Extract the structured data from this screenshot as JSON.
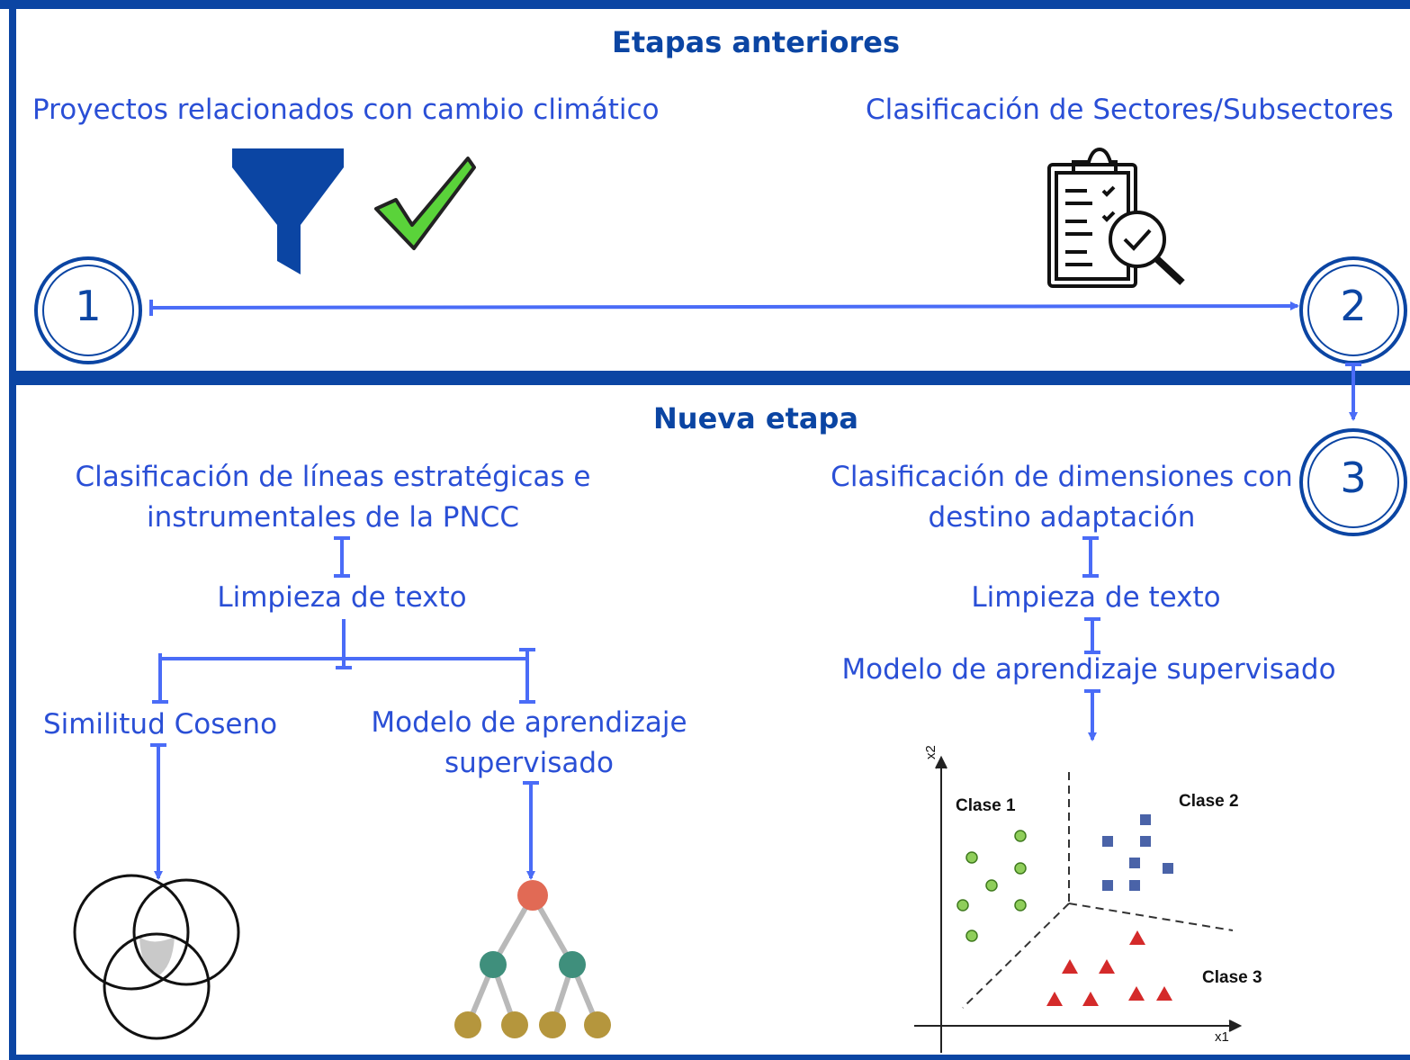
{
  "sections": {
    "previous": {
      "title": "Etapas anteriores",
      "step1_label": "Proyectos relacionados con cambio climático",
      "step2_label": "Clasificación de Sectores/Subsectores"
    },
    "new": {
      "title": "Nueva etapa",
      "left_heading_line1": "Clasificación de líneas estratégicas e",
      "left_heading_line2": "instrumentales de la PNCC",
      "left_cleaning": "Limpieza de texto",
      "left_branch_a": "Similitud Coseno",
      "left_branch_b_line1": "Modelo de aprendizaje",
      "left_branch_b_line2": "supervisado",
      "right_heading_line1": "Clasificación de dimensiones con",
      "right_heading_line2": "destino adaptación",
      "right_cleaning": "Limpieza de texto",
      "right_model": "Modelo de aprendizaje supervisado"
    }
  },
  "steps": {
    "one": "1",
    "two": "2",
    "three": "3"
  },
  "scatter": {
    "class1": "Clase 1",
    "class2": "Clase 2",
    "class3": "Clase 3",
    "x_axis": "x1",
    "y_axis": "x2"
  },
  "colors": {
    "frame": "#0b45a3",
    "arrow": "#4a6cf7",
    "text": "#2a4fd6",
    "check_green": "#5ad33a",
    "tree_root": "#e16a55",
    "tree_mid": "#3f8f7c",
    "tree_leaf": "#b5963d"
  },
  "icons": [
    "funnel-icon",
    "checkmark-icon",
    "clipboard-search-icon",
    "venn-diagram-icon",
    "decision-tree-icon",
    "scatter-plot-icon"
  ]
}
